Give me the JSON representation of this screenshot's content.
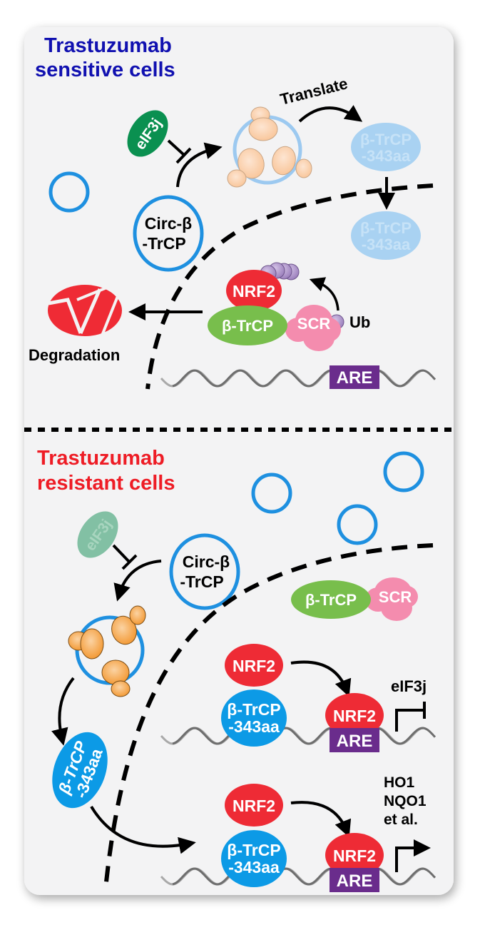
{
  "colors": {
    "panel_bg": "#f3f3f4",
    "title_sensitive": "#1010b0",
    "title_resistant": "#ee1c25",
    "circ_ring": "#1e90e0",
    "circ_ring_faded": "#9cc9f0",
    "eif3j": "#0a9050",
    "eif3j_faded": "#82c0a4",
    "protein_faded": "#a9d2f2",
    "protein_faded_text": "#c6e2f7",
    "nrf2": "#ee2b35",
    "btrcp": "#78be4c",
    "scr": "#f48cae",
    "ub": "#b49ad0",
    "are": "#6a2c8c",
    "btrcp343": "#0c9ae6",
    "ribosome_pale": "#fccca3",
    "ribosome_orange": "#f6a74a",
    "degradation": "#ef2b35",
    "dna_dark": "#6e6e6e",
    "dna_light": "#a9a9a9"
  },
  "top_panel": {
    "title_line1": "Trastuzumab",
    "title_line2": "sensitive cells",
    "eif3j_label": "eIF3j",
    "circ_label_line1": "Circ-β",
    "circ_label_line2": "-TrCP",
    "translate_label": "Translate",
    "protein_cyto_line1": "β-TrCP",
    "protein_cyto_line2": "-343aa",
    "protein_nuc_line1": "β-TrCP",
    "protein_nuc_line2": "-343aa",
    "nrf2_label": "NRF2",
    "btrcp_label": "β-TrCP",
    "scr_label": "SCR",
    "ub_label": "Ub",
    "degradation_label": "Degradation",
    "are_label": "ARE"
  },
  "bottom_panel": {
    "title_line1": "Trastuzumab",
    "title_line2": "resistant cells",
    "eif3j_label": "eIF3j",
    "circ_label_line1": "Circ-β",
    "circ_label_line2": "-TrCP",
    "btrcp_label": "β-TrCP",
    "scr_label": "SCR",
    "protein_rotated_line1": "β-TrCP",
    "protein_rotated_line2": "-343aa",
    "complex1": {
      "nrf2_label": "NRF2",
      "protein_line1": "β-TrCP",
      "protein_line2": "-343aa",
      "bound_nrf2_label": "NRF2",
      "are_label": "ARE",
      "target_gene_label": "eIF3j"
    },
    "complex2": {
      "nrf2_label": "NRF2",
      "protein_line1": "β-TrCP",
      "protein_line2": "-343aa",
      "bound_nrf2_label": "NRF2",
      "are_label": "ARE",
      "target_gene_line1": "HO1",
      "target_gene_line2": "NQO1",
      "target_gene_line3": "et al."
    }
  }
}
